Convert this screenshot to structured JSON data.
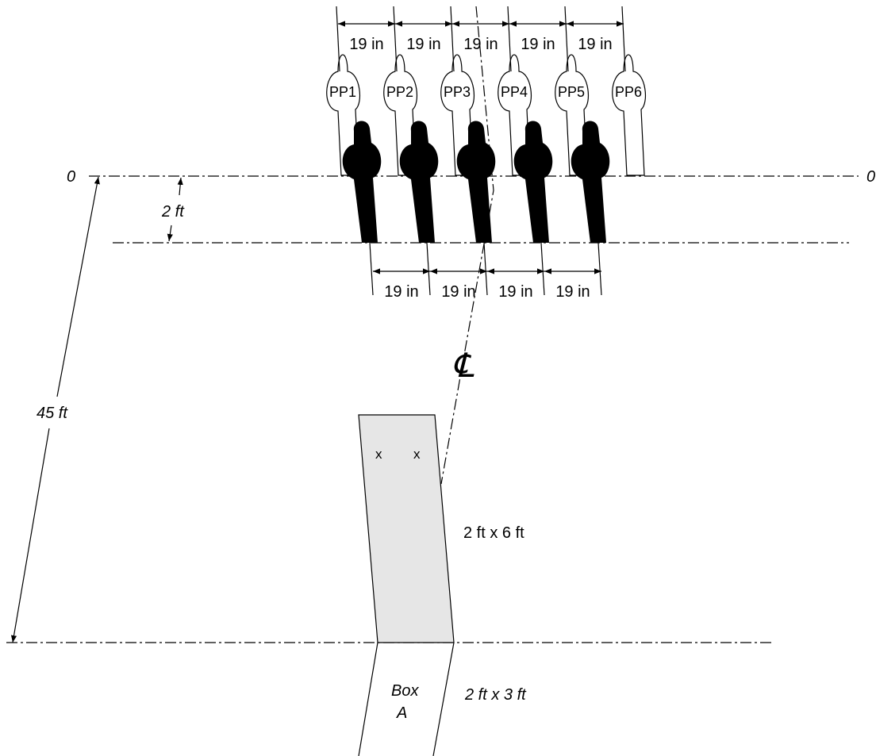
{
  "range": {
    "zero_label_left": "0",
    "zero_label_right": "0",
    "offset_label": "2 ft",
    "distance_label": "45 ft",
    "centerline_symbol": "℄"
  },
  "targets": {
    "labels": [
      "PP1",
      "PP2",
      "PP3",
      "PP4",
      "PP5",
      "PP6"
    ],
    "spacing_top": [
      "19 in",
      "19 in",
      "19 in",
      "19 in",
      "19 in"
    ],
    "spacing_bottom": [
      "19 in",
      "19 in",
      "19 in",
      "19 in"
    ]
  },
  "shooter_area": {
    "main_box_label": "2 ft x 6 ft",
    "marks": [
      "x",
      "x"
    ],
    "box_a_line1": "Box",
    "box_a_line2": "A",
    "box_a_size": "2 ft x 3 ft"
  }
}
